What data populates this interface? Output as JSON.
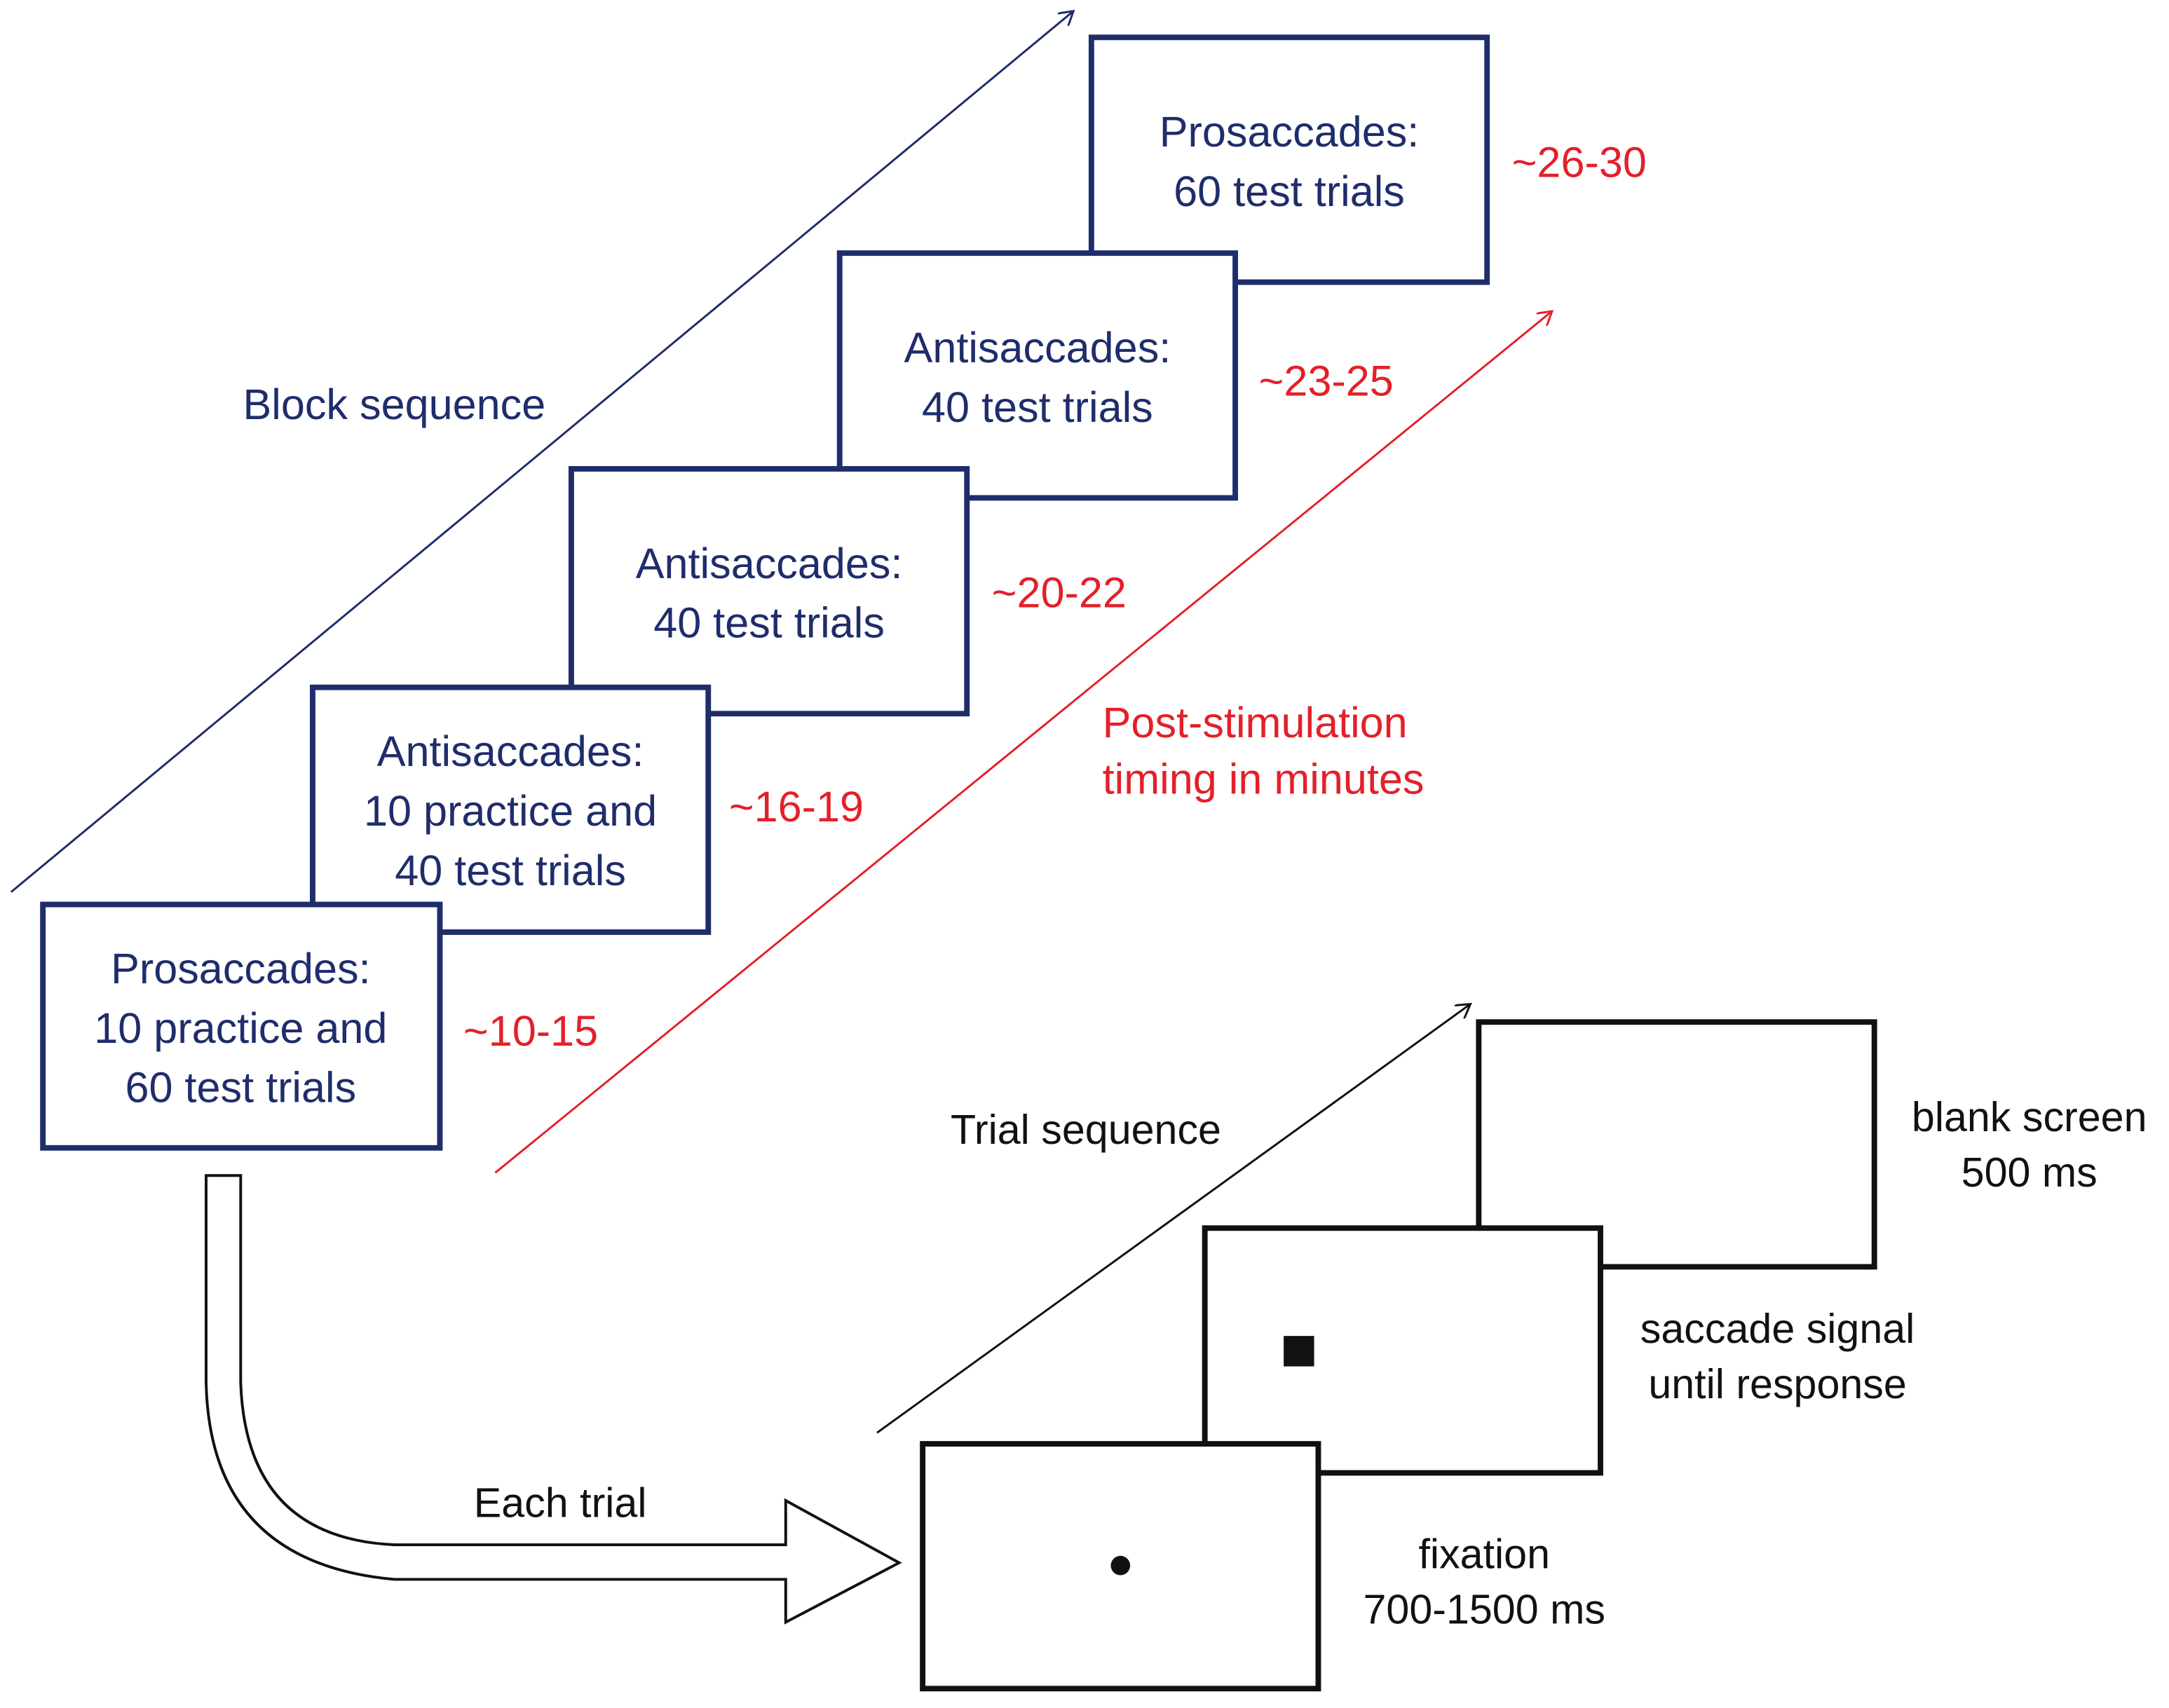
{
  "block_sequence": {
    "label": "Block sequence",
    "blocks": [
      {
        "lines": [
          "Prosaccades:",
          "10 practice and",
          "60 test trials"
        ],
        "timing": "~10-15"
      },
      {
        "lines": [
          "Antisaccades:",
          "10 practice and",
          "40 test trials"
        ],
        "timing": "~16-19"
      },
      {
        "lines": [
          "Antisaccades:",
          "40 test trials"
        ],
        "timing": "~20-22"
      },
      {
        "lines": [
          "Antisaccades:",
          "40 test trials"
        ],
        "timing": "~23-25"
      },
      {
        "lines": [
          "Prosaccades:",
          "60 test trials"
        ],
        "timing": "~26-30"
      }
    ]
  },
  "timing_axis": {
    "line1": "Post-stimulation",
    "line2": "timing in minutes"
  },
  "each_trial_label": "Each trial",
  "trial_sequence": {
    "label": "Trial sequence",
    "screens": [
      {
        "line1": "fixation",
        "line2": "700-1500 ms"
      },
      {
        "line1": "saccade signal",
        "line2": "until response"
      },
      {
        "line1": "blank screen",
        "line2": "500 ms"
      }
    ]
  },
  "colors": {
    "block": "#1f2d6b",
    "timing": "#e3202a",
    "trial": "#111111"
  }
}
